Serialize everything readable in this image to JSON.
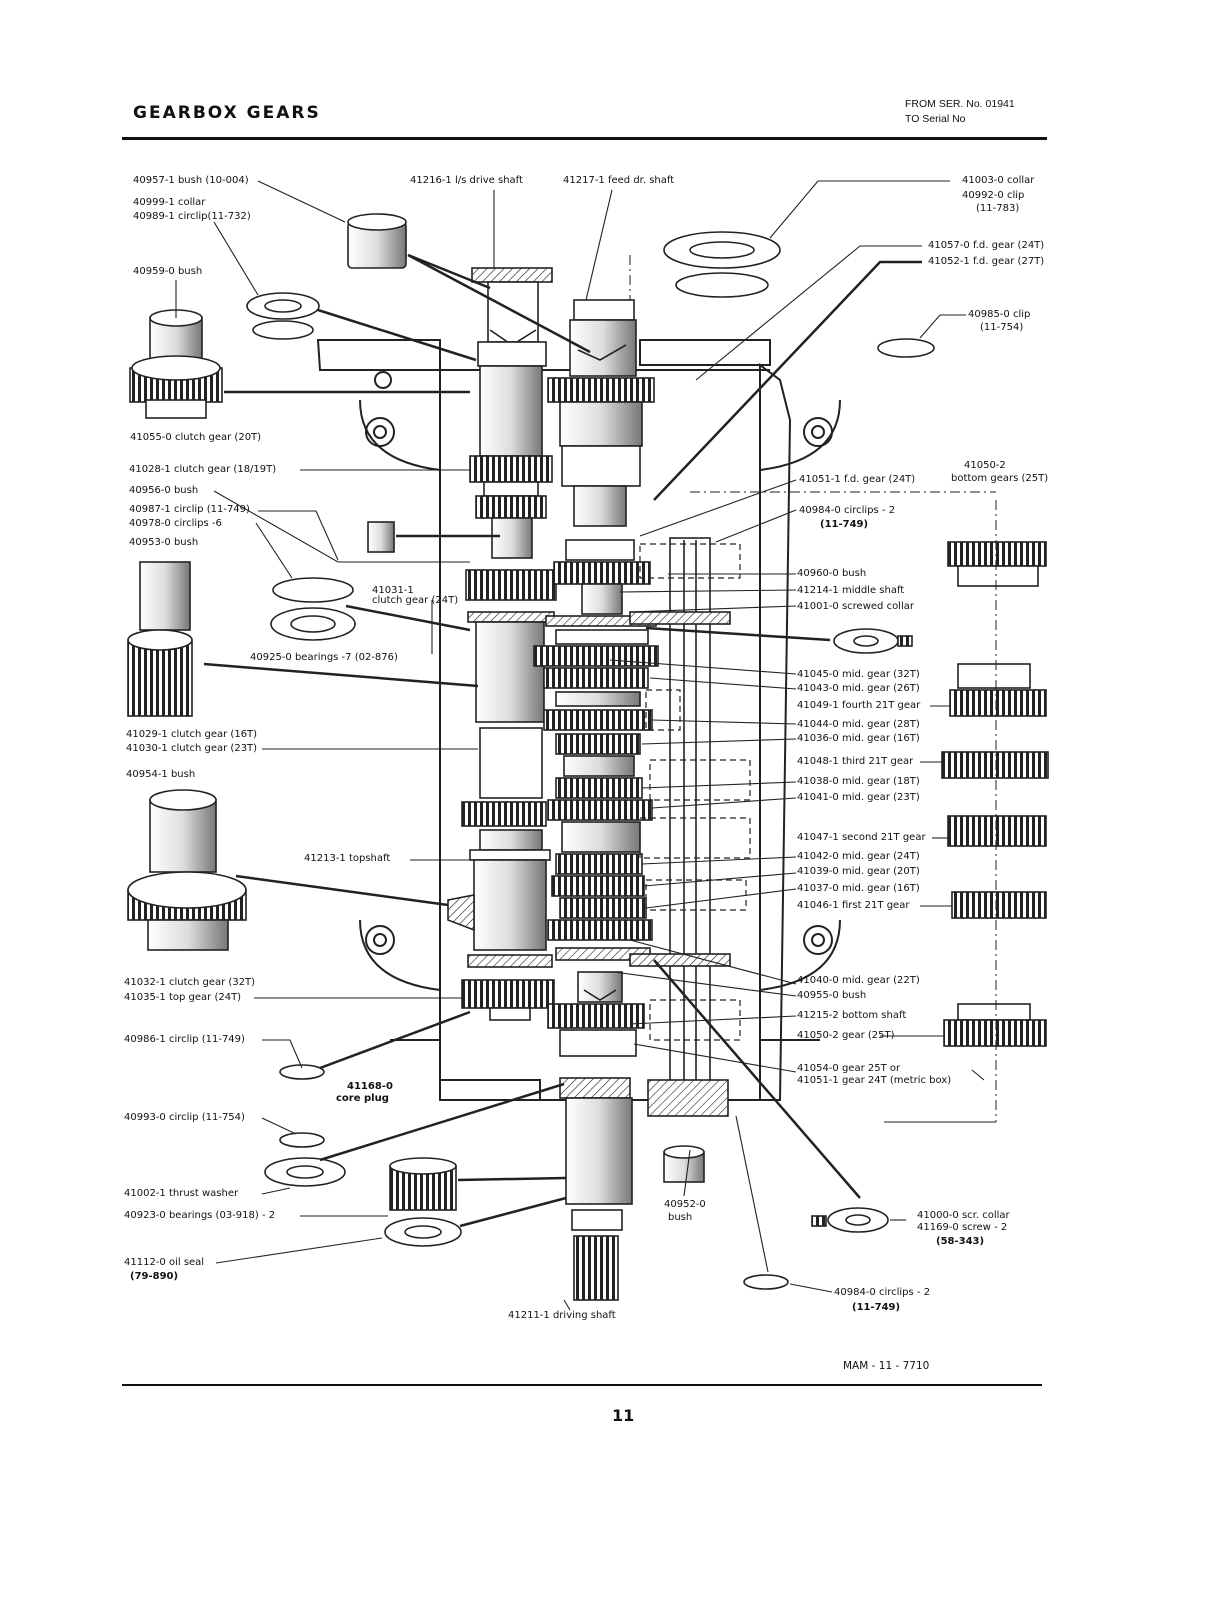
{
  "header": {
    "title": "GEARBOX GEARS",
    "serial_from": "FROM SER. No. 01941",
    "serial_to": "TO Serial No"
  },
  "labels": {
    "l01": "40957-1 bush (10-004)",
    "l02": "40999-1 collar",
    "l03": "40989-1 circlip(11-732)",
    "l04": "40959-0 bush",
    "l05": "41055-0 clutch gear (20T)",
    "l06": "41028-1 clutch gear (18/19T)",
    "l07": "40956-0 bush",
    "l08": "40987-1 circlip (11-749)",
    "l09": "40978-0 circlips -6",
    "l10": "40953-0 bush",
    "l11": "41031-1",
    "l12": "clutch gear (24T)",
    "l13": "40925-0 bearings -7 (02-876)",
    "l14": "41029-1 clutch gear (16T)",
    "l15": "41030-1 clutch gear (23T)",
    "l16": "40954-1 bush",
    "l17": "41213-1 topshaft",
    "l18": "41032-1 clutch gear (32T)",
    "l19": "41035-1 top gear (24T)",
    "l20": "40986-1 circlip (11-749)",
    "l21": "41168-0",
    "l22": "core plug",
    "l23": "40993-0 circlip (11-754)",
    "l24": "41002-1 thrust washer",
    "l25": "40923-0 bearings (03-918) - 2",
    "l26": "41112-0 oil seal",
    "l27": "(79-890)",
    "l28": "41211-1 driving shaft",
    "l29": "41216-1 l/s drive shaft",
    "l30": "41217-1 feed dr. shaft",
    "l31": "41003-0 collar",
    "l32": "40992-0 clip",
    "l33": "(11-783)",
    "l34": "41057-0 f.d. gear (24T)",
    "l35": "41052-1 f.d. gear (27T)",
    "l36": "40985-0 clip",
    "l37": "(11-754)",
    "l38": "41050-2",
    "l39": "bottom gears (25T)",
    "l40": "41051-1 f.d. gear (24T)",
    "l41": "40984-0 circlips - 2",
    "l42": "(11-749)",
    "l43": "40960-0 bush",
    "l44": "41214-1 middle shaft",
    "l45": "41001-0 screwed collar",
    "l46": "41045-0 mid. gear (32T)",
    "l47": "41043-0 mid. gear (26T)",
    "l48": "41049-1 fourth 21T gear",
    "l49": "41044-0 mid. gear (28T)",
    "l50": "41036-0 mid. gear (16T)",
    "l51": "41048-1 third 21T gear",
    "l52": "41038-0 mid. gear (18T)",
    "l53": "41041-0 mid. gear (23T)",
    "l54": "41047-1 second 21T gear",
    "l55": "41042-0 mid. gear (24T)",
    "l56": "41039-0 mid. gear (20T)",
    "l57": "41037-0 mid. gear (16T)",
    "l58": "41046-1 first 21T gear",
    "l59": "41040-0 mid. gear (22T)",
    "l60": "40955-0 bush",
    "l61": "41215-2 bottom shaft",
    "l62": "41050-2 gear (25T)",
    "l63": "41054-0 gear 25T or",
    "l64": "41051-1 gear 24T (metric box)",
    "l65": "40952-0",
    "l66": "bush",
    "l67": "41000-0 scr. collar",
    "l68": "41169-0 screw - 2",
    "l69": "(58-343)",
    "l70": "40984-0 circlips - 2",
    "l71": "(11-749)"
  },
  "footer": {
    "doc_code": "MAM - 11 - 7710",
    "page_number": "11"
  }
}
